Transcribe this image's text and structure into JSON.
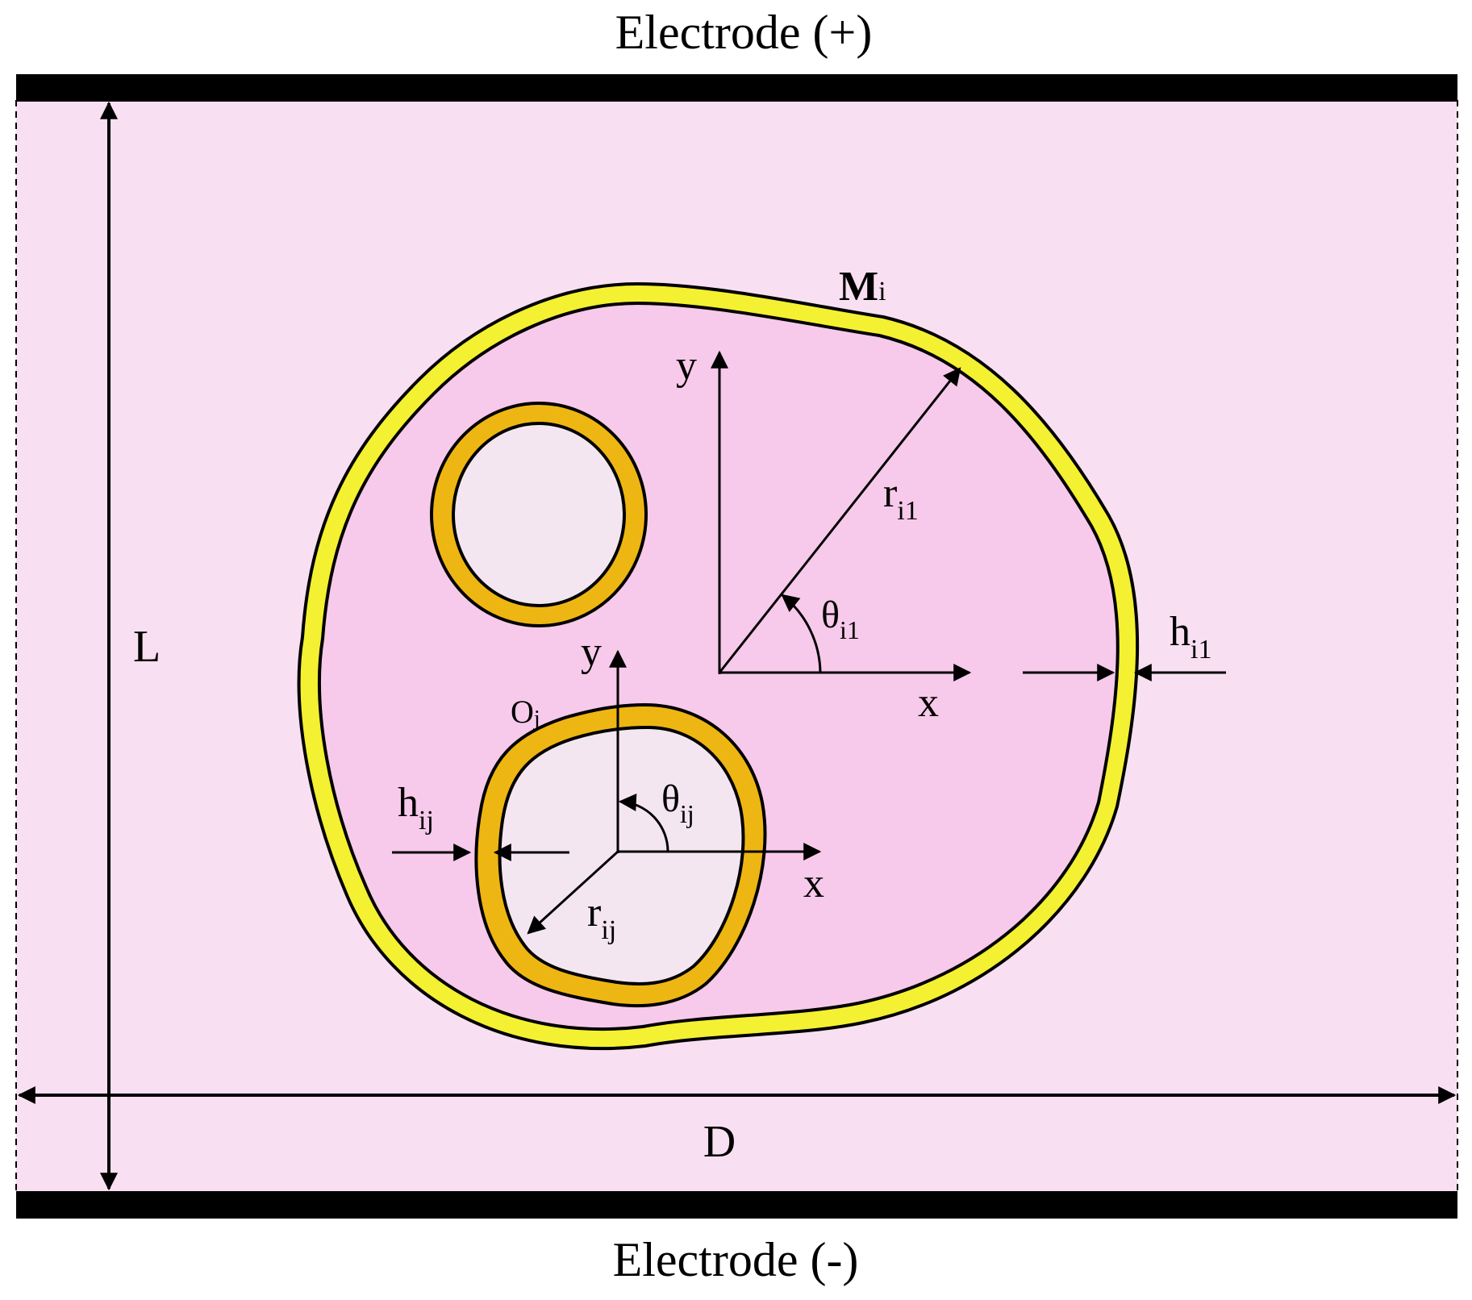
{
  "electrodes": {
    "top_label": "Electrode (+)",
    "bottom_label": "Electrode (-)"
  },
  "dimensions": {
    "height_label": "L",
    "width_label": "D"
  },
  "cell": {
    "label_main": "M",
    "label_sub": "i",
    "axis_x": "x",
    "axis_y": "y",
    "radius_main": "r",
    "radius_sub": "i1",
    "angle_main": "θ",
    "angle_sub": "i1",
    "thickness_main": "h",
    "thickness_sub": "i1"
  },
  "nucleus": {
    "origin_main": "O",
    "origin_sub": "j",
    "axis_x": "x",
    "axis_y": "y",
    "radius_main": "r",
    "radius_sub": "ij",
    "angle_main": "θ",
    "angle_sub": "ij",
    "thickness_main": "h",
    "thickness_sub": "ij"
  },
  "colors": {
    "medium": "#f8dff2",
    "cytoplasm": "#f7c9ea",
    "cell_membrane": "#f4f032",
    "nucleus_membrane": "#eeb612",
    "nucleoplasm": "#f4e6f0",
    "electrode": "#000000"
  }
}
